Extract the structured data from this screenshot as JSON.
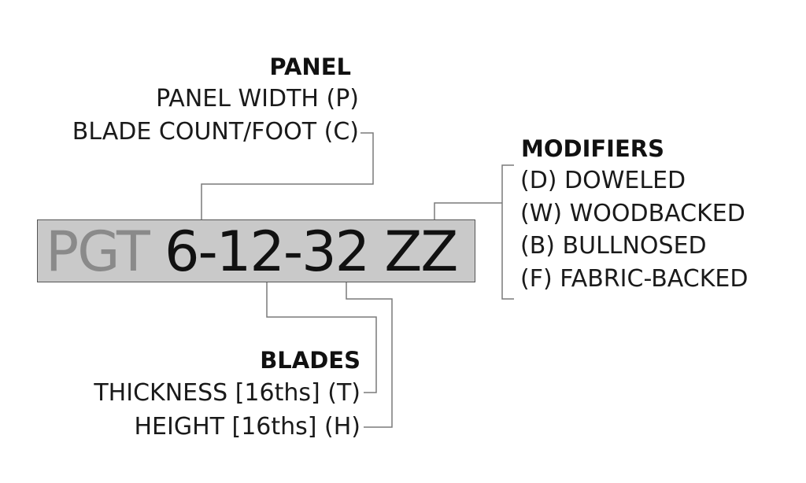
{
  "code": {
    "prefix": "PGT",
    "body": "6-12-32 ZZ"
  },
  "panel": {
    "heading": "PANEL",
    "items": [
      "PANEL WIDTH (P)",
      "BLADE COUNT/FOOT (C)"
    ]
  },
  "modifiers": {
    "heading": "MODIFIERS",
    "items": [
      "(D) DOWELED",
      "(W) WOODBACKED",
      "(B) BULLNOSED",
      "(F) FABRIC-BACKED"
    ]
  },
  "blades": {
    "heading": "BLADES",
    "items": [
      "THICKNESS [16ths] (T)",
      "HEIGHT [16ths] (H)"
    ]
  },
  "colors": {
    "box_fill": "#c9c9c9",
    "prefix_text": "#8a8a8a",
    "body_text": "#111111",
    "connector": "#7a7a7a"
  }
}
